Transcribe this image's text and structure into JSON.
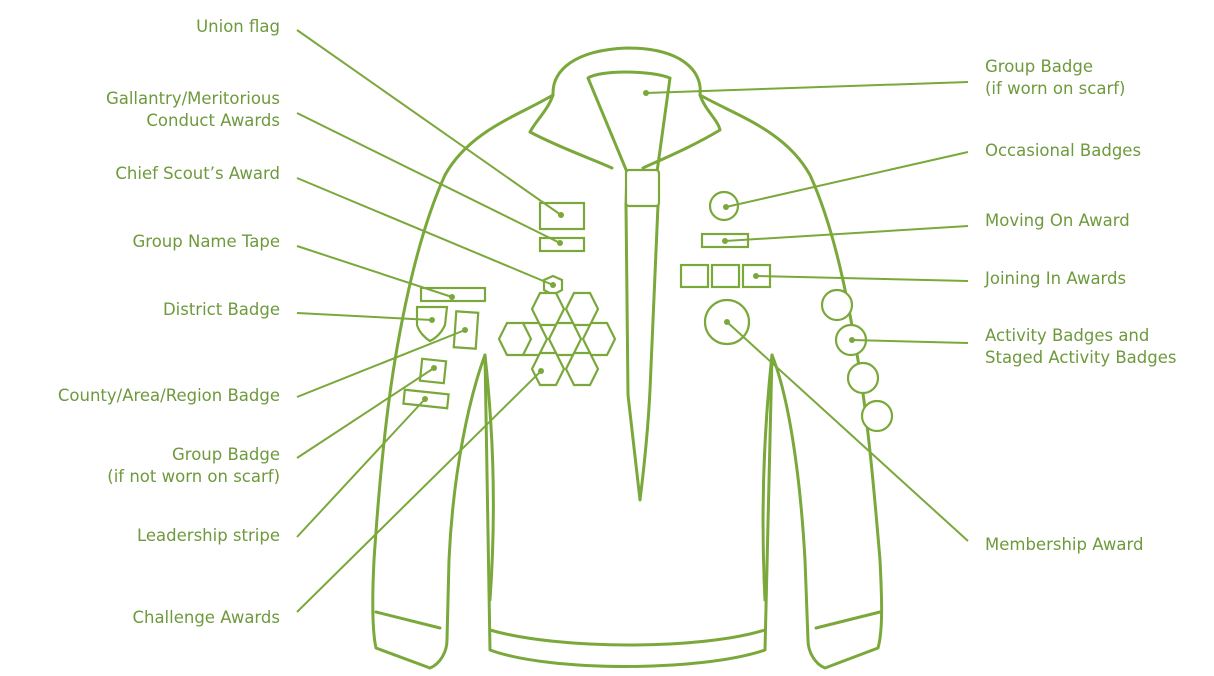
{
  "colors": {
    "accent": "#7aa83b",
    "label": "#6e9a3d",
    "background": "#ffffff"
  },
  "labels_left": [
    {
      "id": "union-flag",
      "lines": [
        "Union flag"
      ]
    },
    {
      "id": "gallantry",
      "lines": [
        "Gallantry/Meritorious",
        "Conduct Awards"
      ]
    },
    {
      "id": "chief-scout",
      "lines": [
        "Chief Scout’s Award"
      ]
    },
    {
      "id": "group-name-tape",
      "lines": [
        "Group Name Tape"
      ]
    },
    {
      "id": "district-badge",
      "lines": [
        "District Badge"
      ]
    },
    {
      "id": "county-badge",
      "lines": [
        "County/Area/Region Badge"
      ]
    },
    {
      "id": "group-badge-not-scarf",
      "lines": [
        "Group Badge",
        "(if not worn on scarf)"
      ]
    },
    {
      "id": "leadership-stripe",
      "lines": [
        "Leadership stripe"
      ]
    },
    {
      "id": "challenge-awards",
      "lines": [
        "Challenge Awards"
      ]
    }
  ],
  "labels_right": [
    {
      "id": "group-badge-scarf",
      "lines": [
        "Group Badge",
        "(if worn on scarf)"
      ]
    },
    {
      "id": "occasional-badges",
      "lines": [
        "Occasional Badges"
      ]
    },
    {
      "id": "moving-on",
      "lines": [
        "Moving On Award"
      ]
    },
    {
      "id": "joining-in",
      "lines": [
        "Joining In Awards"
      ]
    },
    {
      "id": "activity-badges",
      "lines": [
        "Activity Badges and",
        "Staged Activity Badges"
      ]
    },
    {
      "id": "membership-award",
      "lines": [
        "Membership Award"
      ]
    }
  ]
}
